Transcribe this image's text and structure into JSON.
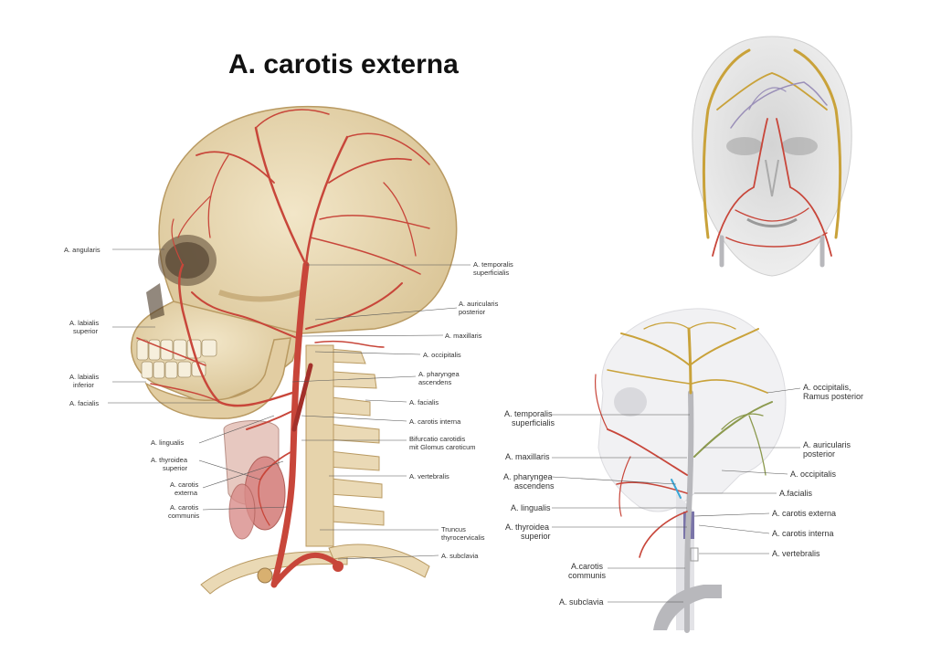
{
  "title": "A. carotis externa",
  "colors": {
    "bone": "#e8d6b0",
    "bone_dark": "#c9b07e",
    "artery": "#c8463a",
    "artery_dark": "#a3302a",
    "gold_branch": "#c9a23a",
    "lavender_branch": "#9a8fb8",
    "olive_branch": "#8c9a4e",
    "grey_vessel": "#b8b8bc",
    "blue_vessel": "#3aa6d6"
  },
  "left_figure": {
    "labels_left": [
      "A. angularis",
      "A. labialis",
      "superior",
      "A. labialis",
      "inferior",
      "A. facialis",
      "A. lingualis",
      "A. thyroidea",
      "superior",
      "A. carotis",
      "externa",
      "A. carotis",
      "communis"
    ],
    "labels_right": [
      "A. temporalis",
      "superficialis",
      "A. auricularis",
      "posterior",
      "A. maxillaris",
      "A. occipitalis",
      "A. pharyngea",
      "ascendens",
      "A. facialis",
      "A. carotis interna",
      "Bifurcatio carotidis",
      "mit Glomus caroticum",
      "A. vertebralis",
      "Truncus",
      "thyrocervicalis",
      "A. subclavia"
    ]
  },
  "right_figure": {
    "labels_left": [
      "A. temporalis",
      "superficialis",
      "A. maxillaris",
      "A. pharyngea",
      "ascendens",
      "A. lingualis",
      "A. thyroidea",
      "superior",
      "A.carotis",
      "communis",
      "A. subclavia"
    ],
    "labels_right": [
      "A. occipitalis,",
      "Ramus posterior",
      "A. auricularis",
      "posterior",
      "A. occipitalis",
      "A.facialis",
      "A. carotis externa",
      "A. carotis interna",
      "A. vertebralis"
    ]
  }
}
